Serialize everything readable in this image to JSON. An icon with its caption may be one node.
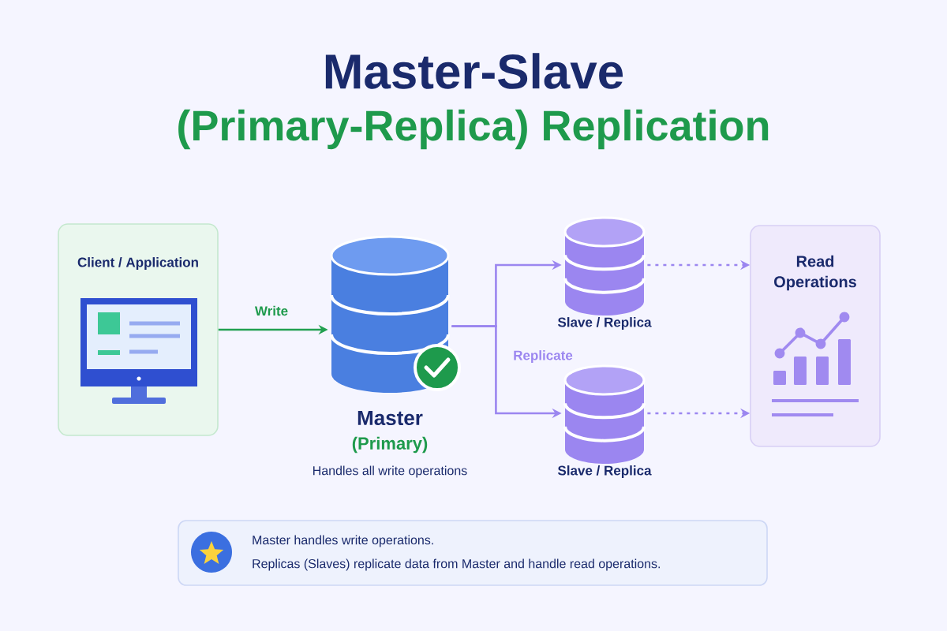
{
  "diagram": {
    "title": "Master-Slave",
    "nodes": [
      {
        "text": [
          "Client / Application"
        ]
      },
      {
        "text": [
          "Master",
          "(Primary)"
        ]
      },
      {
        "text": [
          "Slave / Replica"
        ]
      },
      {
        "text": [
          "Slave / Replica"
        ]
      },
      {
        "text": [
          "Read Operations"
        ]
      },
      {
        "text": [
          "Master handles write operations.",
          "Replicas (Slaves) replicate data from Master and handle read operations."
        ]
      }
    ],
    "edges": [
      {
        "from": 0,
        "to": 1,
        "arrow": "to",
        "label": "Write",
        "color": "#22a050"
      },
      {
        "from": 1,
        "to": 2,
        "arrow": "to"
      },
      {
        "from": 1,
        "to": 3,
        "arrow": "to",
        "label": "Replicate"
      },
      {
        "from": 2,
        "to": 4,
        "arrow": "to",
        "style": "dashed"
      },
      {
        "from": 3,
        "to": 4,
        "arrow": "to",
        "style": "dashed"
      }
    ],
    "labels": [
      "(Primary-Replica) Replication",
      "Handles all write operations"
    ]
  }
}
